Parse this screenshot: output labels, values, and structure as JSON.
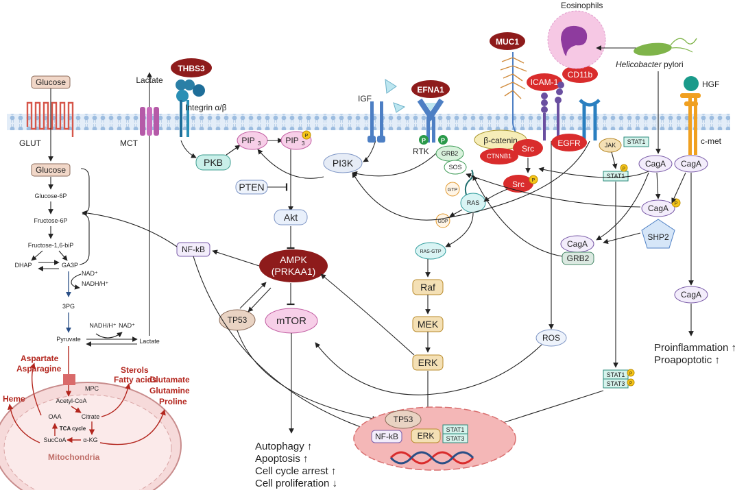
{
  "labels": {
    "eosinophils": "Eosinophils",
    "helicobacter_italic": "Helicobacter",
    "helicobacter_rest": " pylori",
    "hgf": "HGF",
    "cmet": "c-met",
    "muc1": "MUC1",
    "icam1": "ICAM-1",
    "cd11b": "CD11b",
    "egfr": "EGFR",
    "jak": "JAK",
    "stat1_top": "STAT1",
    "stat1_mid": "STAT1",
    "stat1_bot": "STAT1",
    "stat3_bot": "STAT3",
    "cagA_1": "CagA",
    "cagA_2": "CagA",
    "cagA_3": "CagA",
    "cagA_4": "CagA",
    "cagA_5": "CagA",
    "shp2": "SHP2",
    "grb2_cag": "GRB2",
    "proinflammation": "Proinflammation ↑",
    "proapoptotic": "Proapoptotic ↑",
    "thbs3": "THBS3",
    "integrin": "Integrin α/β",
    "lactate_top": "Lactate",
    "mct": "MCT",
    "glut": "GLUT",
    "glucose_out": "Glucose",
    "glucose_in": "Glucose",
    "glucose6p": "Glucose-6P",
    "fructose6p": "Fructose-6P",
    "fructose16": "Fructose-1,6-biP",
    "dhap": "DHAP",
    "ga3p": "GA3P",
    "nad1": "NAD⁺",
    "nadh1": "NADH/H⁺",
    "pg3": "3PG",
    "nadh2": "NADH/H⁺",
    "nad2": "NAD⁺",
    "pyruvate": "Pyruvate",
    "lactate_bot": "Lactate",
    "aspartate": "Aspartate",
    "asparagine": "Asparagine",
    "heme": "Heme",
    "sterols": "Sterols",
    "fatty_acids": "Fatty acids",
    "glutamate": "Glutamate",
    "glutamine": "Glutamine",
    "proline": "Proline",
    "mpc": "MPC",
    "acetylcoa": "Acetyl-CoA",
    "oaa": "OAA",
    "citrate": "Citrate",
    "tca": "TCA cycle",
    "succoa": "SucCoA",
    "akg": "α-KG",
    "mitochondria": "Mitochondria",
    "pkb": "PKB",
    "pip3a_base": "PIP",
    "pip3a_sub": "3",
    "pip3b_base": "PIP",
    "pip3b_sub": "3",
    "p": "P",
    "pten": "PTEN",
    "akt": "Akt",
    "ampk1": "AMPK",
    "ampk2": "(PRKAA1)",
    "mtor": "mTOR",
    "tp53": "TP53",
    "nfkb": "NF-kB",
    "pi3k": "PI3K",
    "igf": "IGF",
    "efna1": "EFNA1",
    "rtk": "RTK",
    "grb2": "GRB2",
    "sos": "SOS",
    "gtp": "GTP",
    "ras": "RAS",
    "gdp": "GDP",
    "rasgtp": "RAS-GTP",
    "raf": "Raf",
    "mek": "MEK",
    "erk": "ERK",
    "bcatenin": "β-catenin",
    "ctnnb1": "CTNNB1",
    "src1": "Src",
    "src2": "Src",
    "ros": "ROS",
    "n_tp53": "TP53",
    "n_nfkb": "NF-kB",
    "n_erk": "ERK",
    "n_stat1": "STAT1",
    "n_stat3": "STAT3",
    "out_autophagy": "Autophagy ↑",
    "out_apoptosis": "Apoptosis ↑",
    "out_cellcycle": "Cell cycle arrest ↑",
    "out_prolif": "Cell proliferation ↓"
  },
  "colors": {
    "membrane": "#bcd3ec",
    "darkred": "#8e1b1b",
    "red": "#d92c2c",
    "teal": "#c9efe9",
    "pink": "#f7cfe8",
    "lavender": "#e8e2f3",
    "nucleus": "#f4b7b7"
  }
}
